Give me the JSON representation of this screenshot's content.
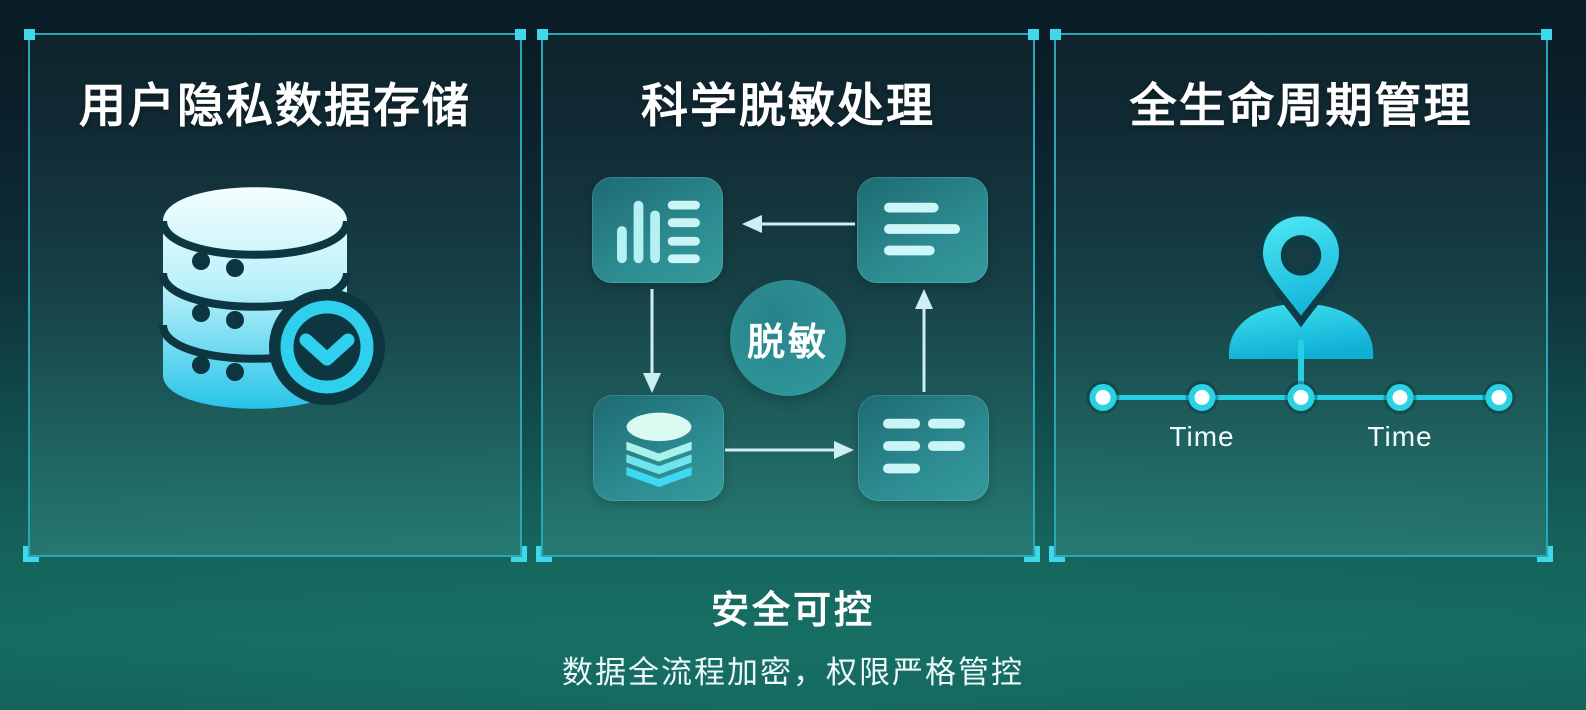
{
  "panels": [
    {
      "id": "privacy-storage",
      "title": "用户隐私数据存储",
      "icon": "database-check-icon"
    },
    {
      "id": "desensitization-process",
      "title": "科学脱敏处理",
      "center_label": "脱敏",
      "flow_nodes": [
        "bar-chart-report-icon",
        "text-lines-icon",
        "data-layers-icon",
        "table-records-icon"
      ],
      "flow_direction": "counter-clockwise-cycle"
    },
    {
      "id": "lifecycle-management",
      "title": "全生命周期管理",
      "icon": "user-location-pin-icon",
      "timeline": {
        "node_count": 5,
        "labels": [
          "Time",
          "Time"
        ]
      }
    }
  ],
  "footer": {
    "title": "安全可控",
    "subtitle": "数据全流程加密，权限严格管控"
  },
  "colors": {
    "accent_cyan": "#2fd4e6",
    "panel_border": "#2aa6b8",
    "corner_handle": "#3ed8e8",
    "flow_box": "#2b8a90",
    "icon_light": "#bdf2f4",
    "icon_gradient_top": "#f2feff",
    "icon_gradient_bottom": "#27c5e8",
    "background_top": "#0a1b24",
    "background_bottom": "#15695f",
    "text": "#ffffff"
  }
}
